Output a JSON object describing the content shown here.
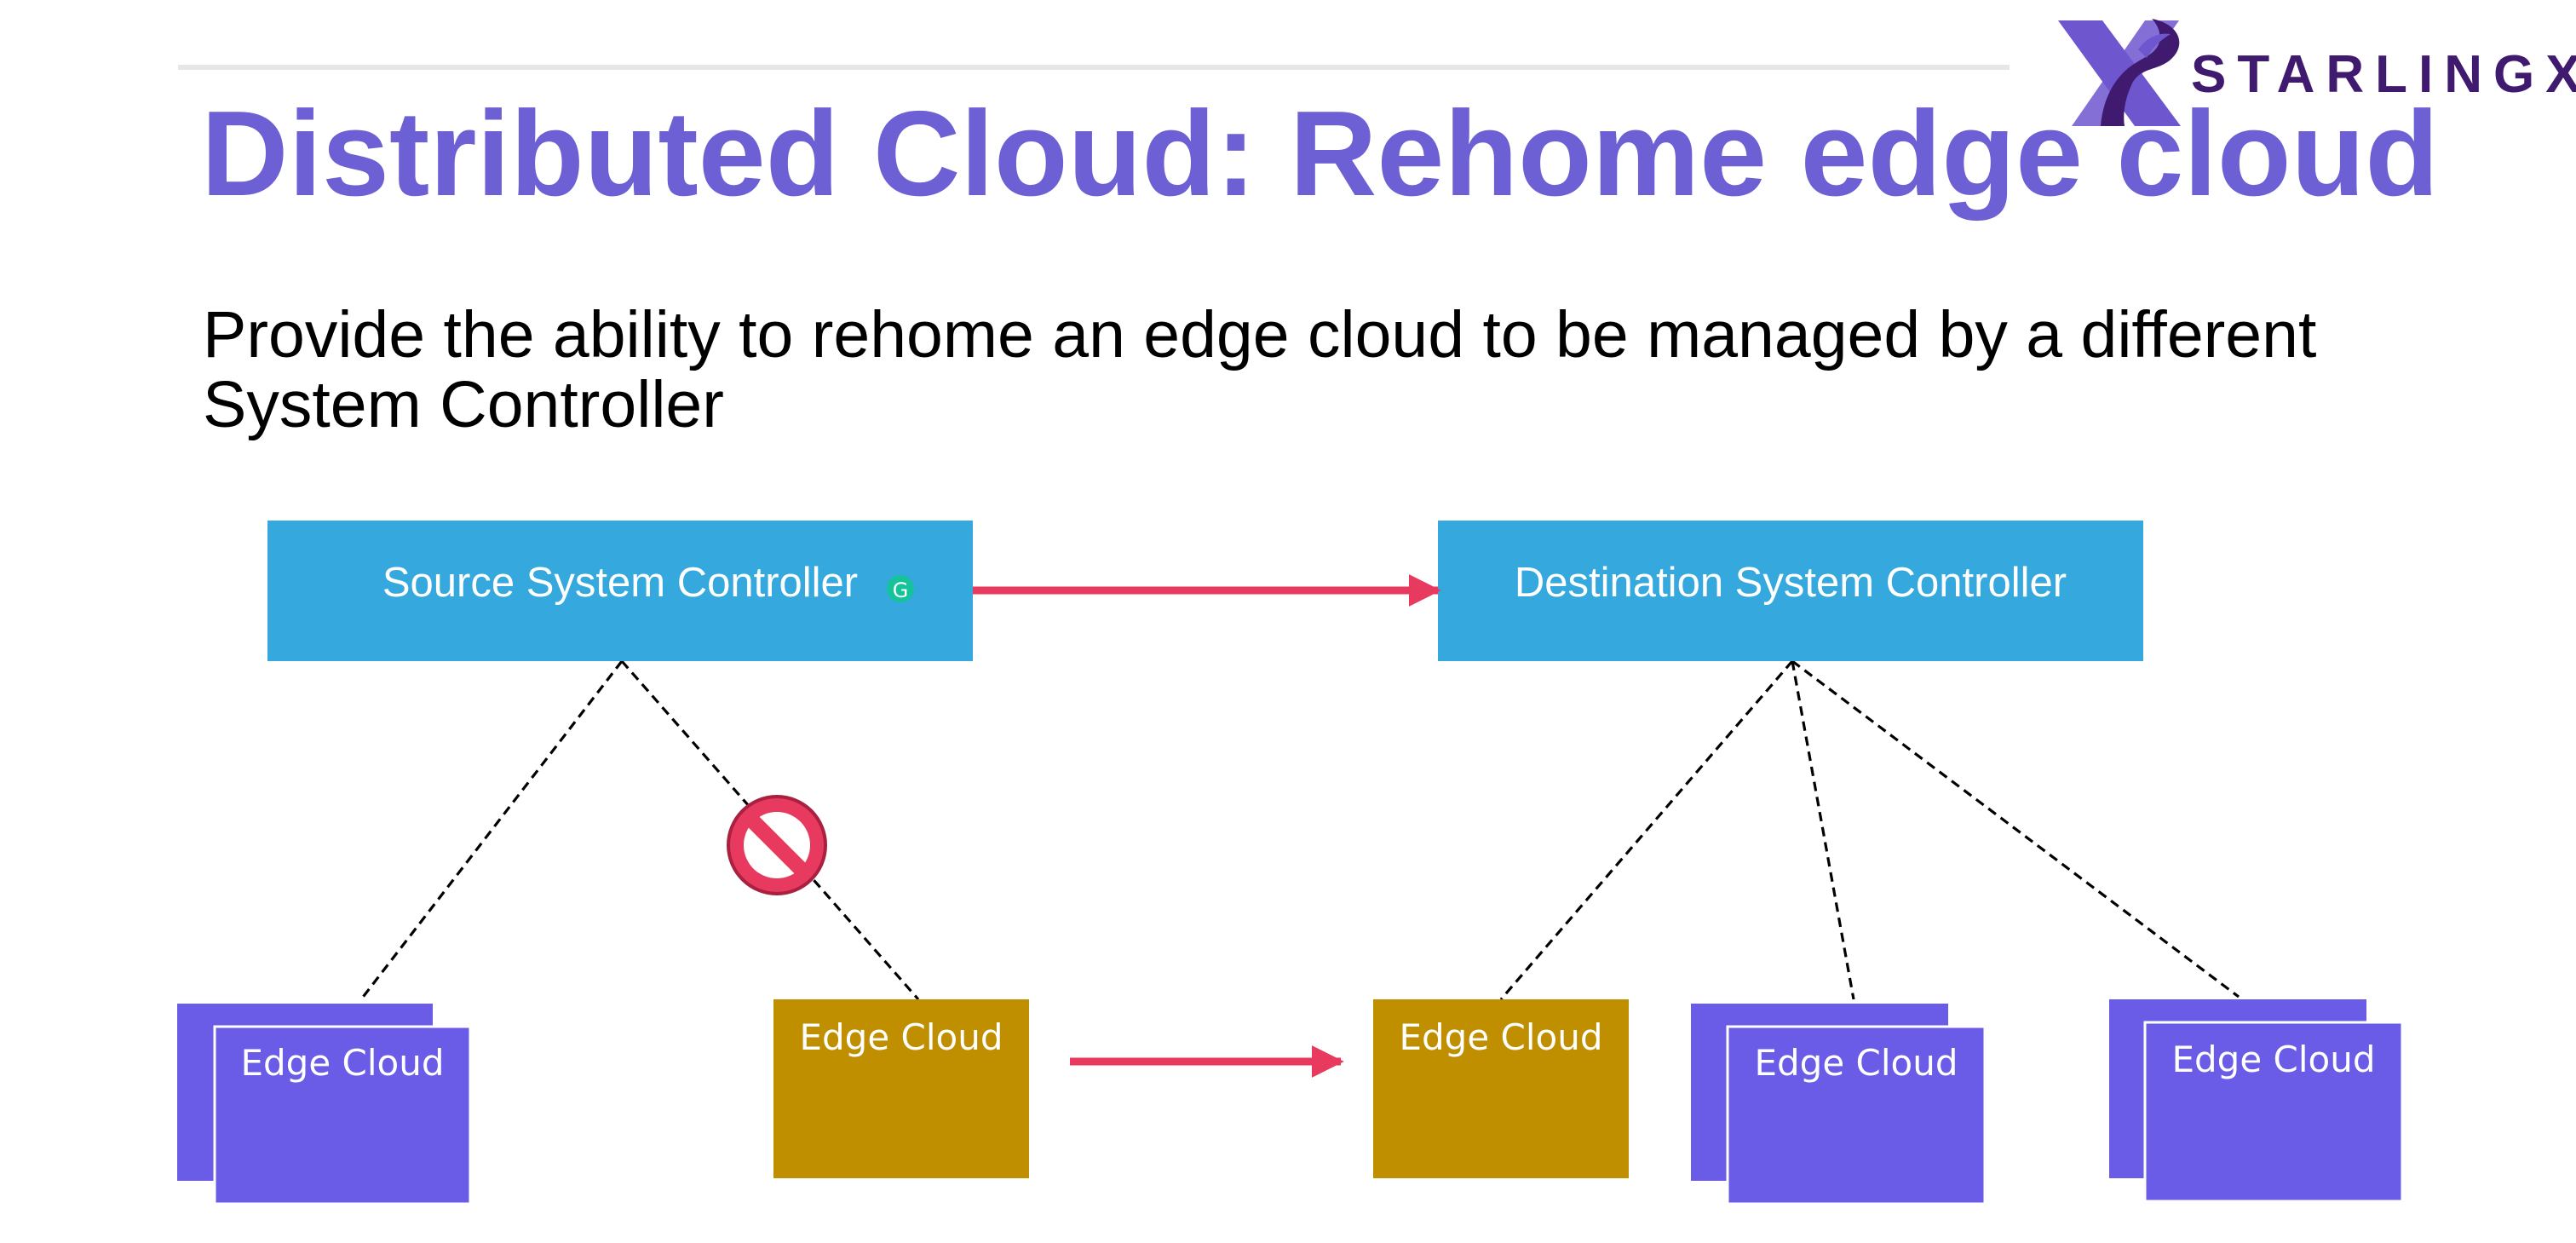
{
  "slide": {
    "title": "Distributed Cloud: Rehome edge cloud",
    "subtitle": "Provide the ability to rehome an edge cloud to be managed by a different System Controller"
  },
  "logo": {
    "wordmark": "STARLINGX",
    "mark_icon": "starlingx-bird-x-icon",
    "colors": {
      "mark_light": "#6e56cf",
      "mark_dark": "#3f1a6e",
      "wordmark": "#3f1a6e"
    }
  },
  "diagram": {
    "source_controller": {
      "label": "Source System Controller",
      "color": "#35a8dd"
    },
    "destination_controller": {
      "label": "Destination System Controller",
      "color": "#35a8dd"
    },
    "grammar_badge": {
      "icon": "grammarly-badge-icon",
      "letter": "G",
      "color": "#15c39a"
    },
    "edge_clouds": [
      {
        "label": "Edge Cloud",
        "color": "#6a5ce6",
        "stacked": true,
        "managed_by": "source"
      },
      {
        "label": "Edge Cloud",
        "color": "#bf8f00",
        "stacked": false,
        "managed_by": "source",
        "status": "blocked"
      },
      {
        "label": "Edge Cloud",
        "color": "#bf8f00",
        "stacked": false,
        "managed_by": "destination",
        "rehomed": true
      },
      {
        "label": "Edge Cloud",
        "color": "#6a5ce6",
        "stacked": true,
        "managed_by": "destination"
      },
      {
        "label": "Edge Cloud",
        "color": "#6a5ce6",
        "stacked": true,
        "managed_by": "destination"
      }
    ],
    "blocked_icon": {
      "name": "prohibited-icon",
      "color": "#e8395e"
    },
    "arrow_color": "#e8395e",
    "connector_style": "dashed",
    "connector_color": "#000000"
  }
}
